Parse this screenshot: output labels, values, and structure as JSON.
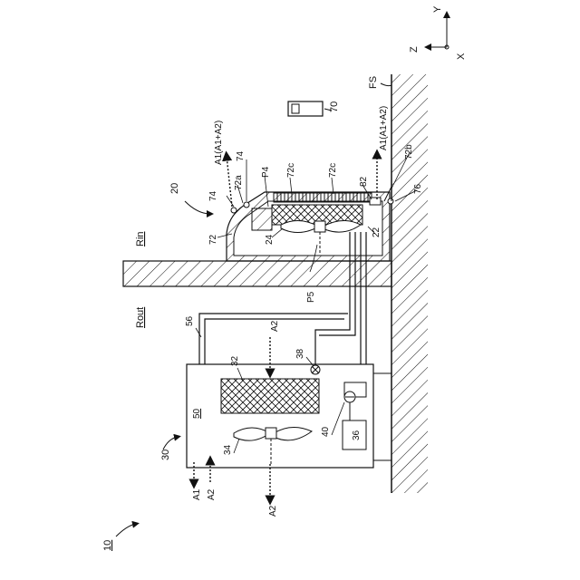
{
  "figure_number": "10",
  "axes": {
    "z": "Z",
    "y": "Y",
    "x": "X"
  },
  "labels": {
    "fs": "FS",
    "rin": "Rin",
    "rout": "Rout",
    "remote": "70",
    "indoor_unit": "20",
    "outdoor_unit": "30",
    "l72": "72",
    "l72a": "72a",
    "l72b": "72b",
    "l72c_1": "72c",
    "l72c_2": "72c",
    "l74_1": "74",
    "l74_2": "74",
    "l76": "76",
    "l82": "82",
    "l22": "22",
    "l24": "24",
    "p4": "P4",
    "p5": "P5",
    "l56": "56",
    "l32": "32",
    "l38": "38",
    "l50": "50",
    "l40": "40",
    "l36": "36",
    "l34": "34"
  },
  "flows": {
    "a1_left": "A1(A1+A2)",
    "a1_right": "A1(A1+A2)",
    "a2_top": "A2",
    "a1_out": "A1",
    "a2_out": "A2",
    "a2_bottom": "A2"
  }
}
